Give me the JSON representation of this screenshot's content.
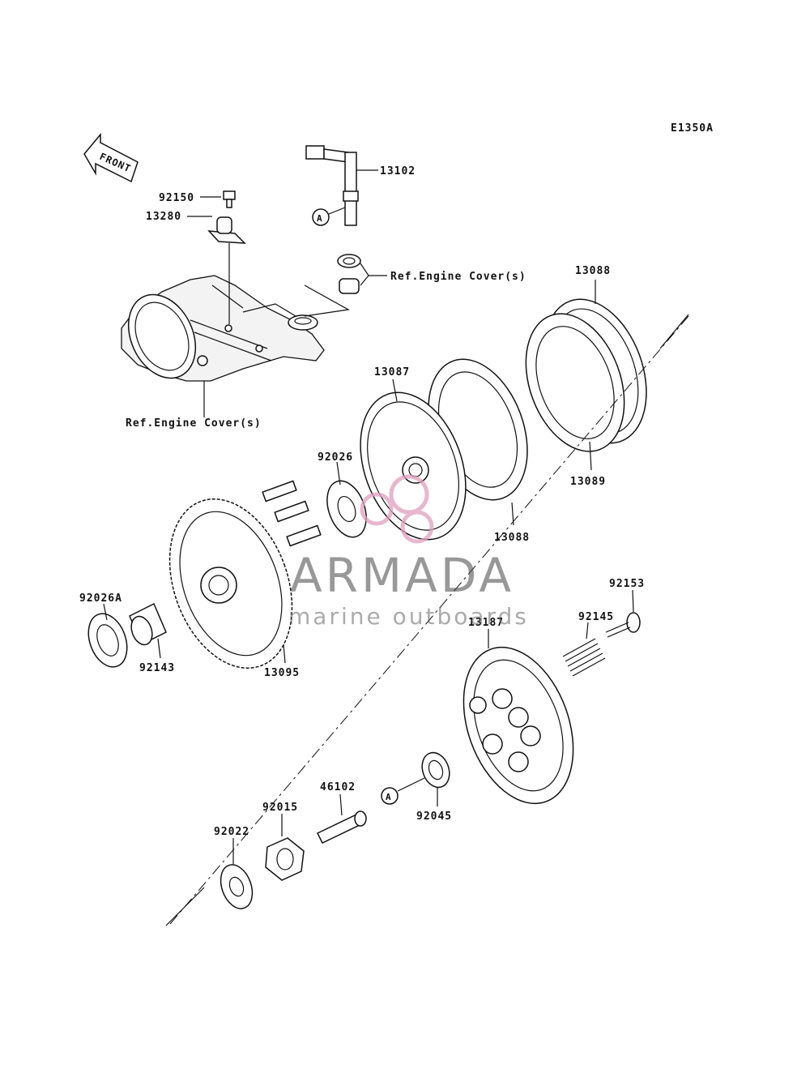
{
  "diagram": {
    "code": "E1350A",
    "front_marker": "FRONT",
    "callout_ref": "A",
    "labels": {
      "p92150": "92150",
      "p13280": "13280",
      "p13102": "13102",
      "ref_cover_top": "Ref.Engine Cover(s)",
      "ref_cover_left": "Ref.Engine Cover(s)",
      "p13088_top": "13088",
      "p13087": "13087",
      "p92026": "92026",
      "p13089": "13089",
      "p13088_bottom": "13088",
      "p92026A": "92026A",
      "p92143": "92143",
      "p13095": "13095",
      "p92153": "92153",
      "p92145": "92145",
      "p13187": "13187",
      "p46102": "46102",
      "p92015": "92015",
      "p92045": "92045",
      "p92022": "92022"
    }
  },
  "watermark": {
    "brand": "ARMADA",
    "tagline": "marine outboards",
    "accent_color": "#e0a0c0"
  }
}
